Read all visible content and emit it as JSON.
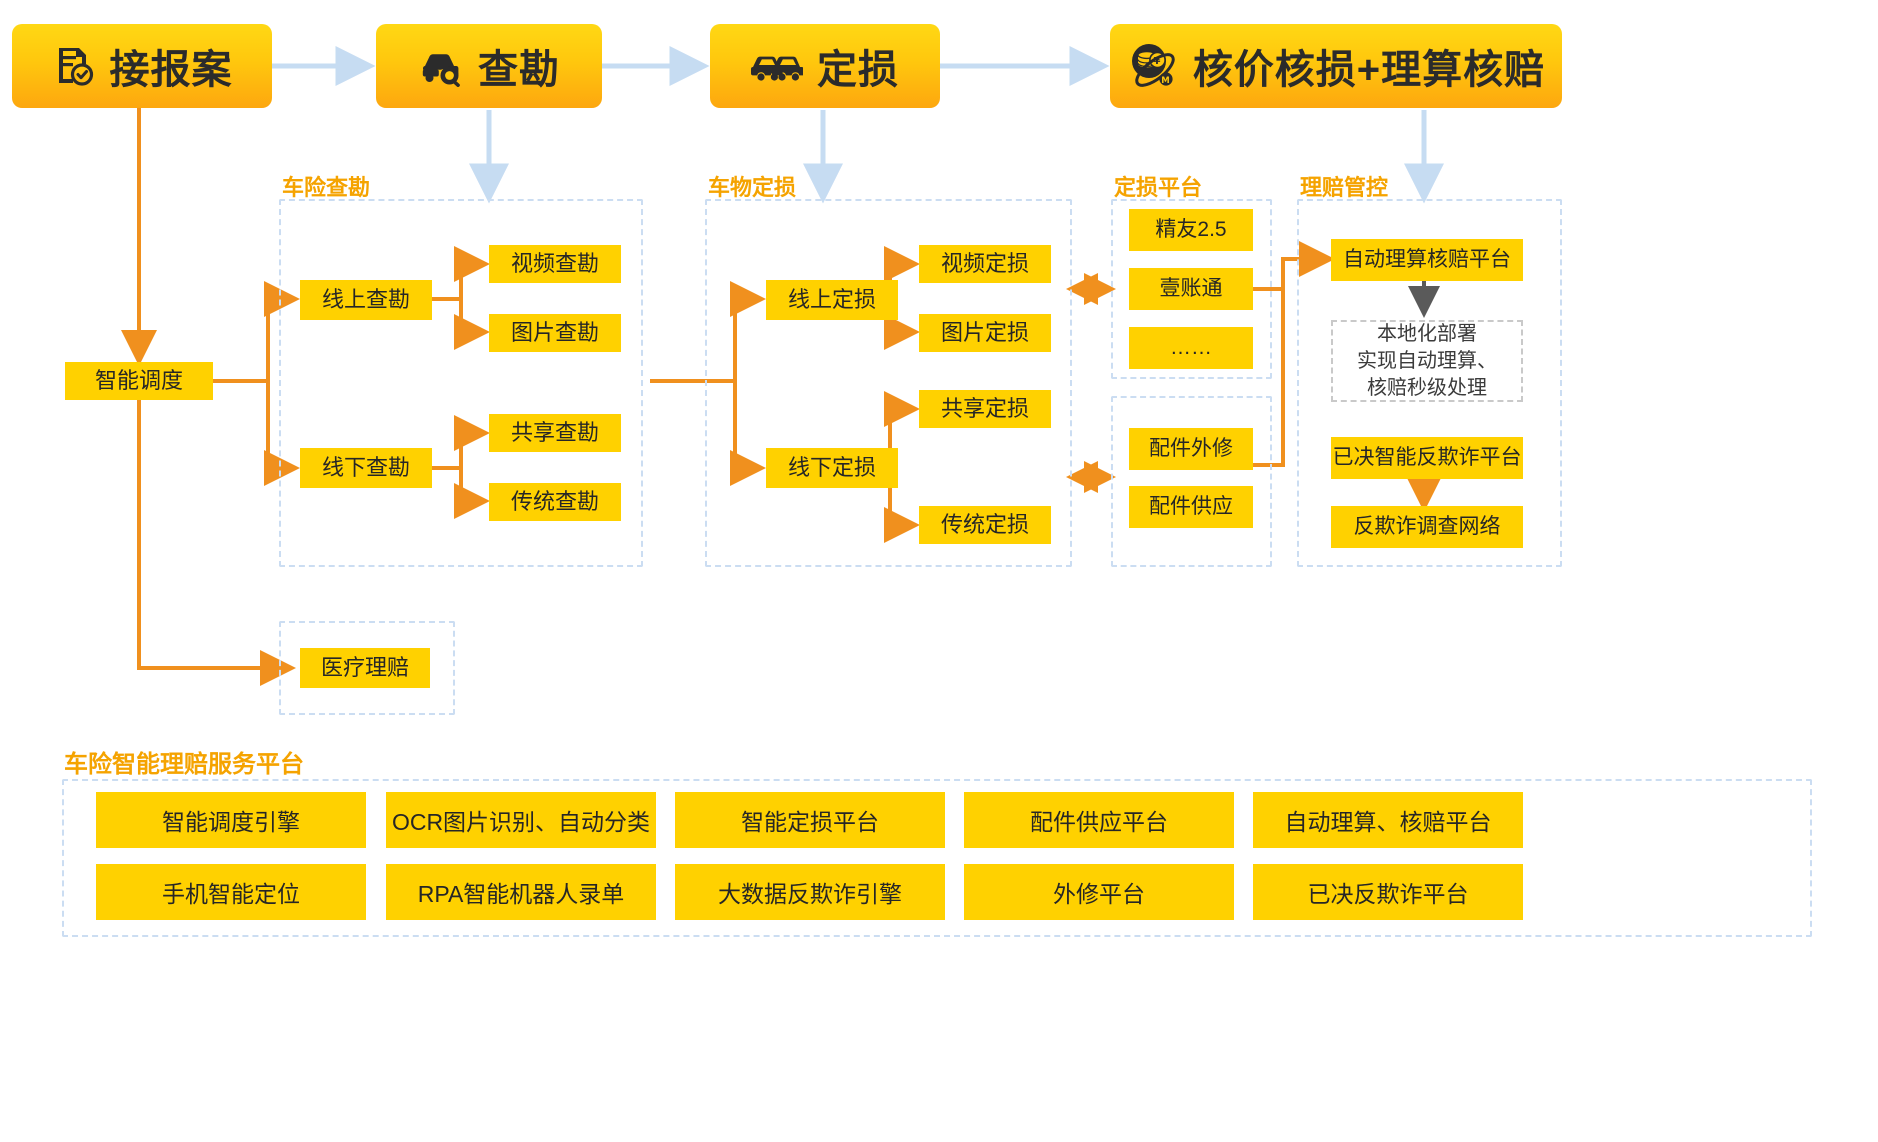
{
  "colors": {
    "yellow": "#FFD100",
    "stage_gradient_top": "#FFD814",
    "stage_gradient_bottom": "#FDA70F",
    "group_dash": "#CBDDF2",
    "connector_orange": "#F0901E",
    "group_label": "#F5A300",
    "note_dash": "#C9C9C9",
    "text_dark": "#262626"
  },
  "stages": [
    {
      "label": "接报案",
      "icon": "document-check-icon"
    },
    {
      "label": "查勘",
      "icon": "car-magnifier-icon"
    },
    {
      "label": "定损",
      "icon": "two-cars-icon"
    },
    {
      "label": "核价核损+理算核赔",
      "icon": "coins-yen-icon"
    }
  ],
  "dispatch": {
    "label": "智能调度"
  },
  "medical": {
    "label": "医疗理赔"
  },
  "groups": [
    {
      "title": "车险查勘",
      "branches": [
        {
          "label": "线上查勘",
          "children": [
            "视频查勘",
            "图片查勘"
          ]
        },
        {
          "label": "线下查勘",
          "children": [
            "共享查勘",
            "传统查勘"
          ]
        }
      ]
    },
    {
      "title": "车物定损",
      "branches": [
        {
          "label": "线上定损",
          "children": [
            "视频定损",
            "图片定损"
          ]
        },
        {
          "label": "线下定损",
          "children": [
            "共享定损",
            "传统定损"
          ]
        }
      ]
    }
  ],
  "assess_platform": {
    "title": "定损平台",
    "upper_items": [
      "精友2.5",
      "壹账通",
      "……"
    ],
    "lower_items": [
      "配件外修",
      "配件供应"
    ]
  },
  "claim_control": {
    "title": "理赔管控",
    "main_box": "自动理算核赔平台",
    "note": "本地化部署\n实现自动理算、\n核赔秒级处理",
    "fraud_box": "已决智能反欺诈平台",
    "fraud_network": "反欺诈调查网络"
  },
  "service_platform": {
    "title": "车险智能理赔服务平台",
    "rows": [
      [
        "智能调度引擎",
        "OCR图片识别、自动分类",
        "智能定损平台",
        "配件供应平台",
        "自动理算、核赔平台"
      ],
      [
        "手机智能定位",
        "RPA智能机器人录单",
        "大数据反欺诈引擎",
        "外修平台",
        "已决反欺诈平台"
      ]
    ]
  }
}
